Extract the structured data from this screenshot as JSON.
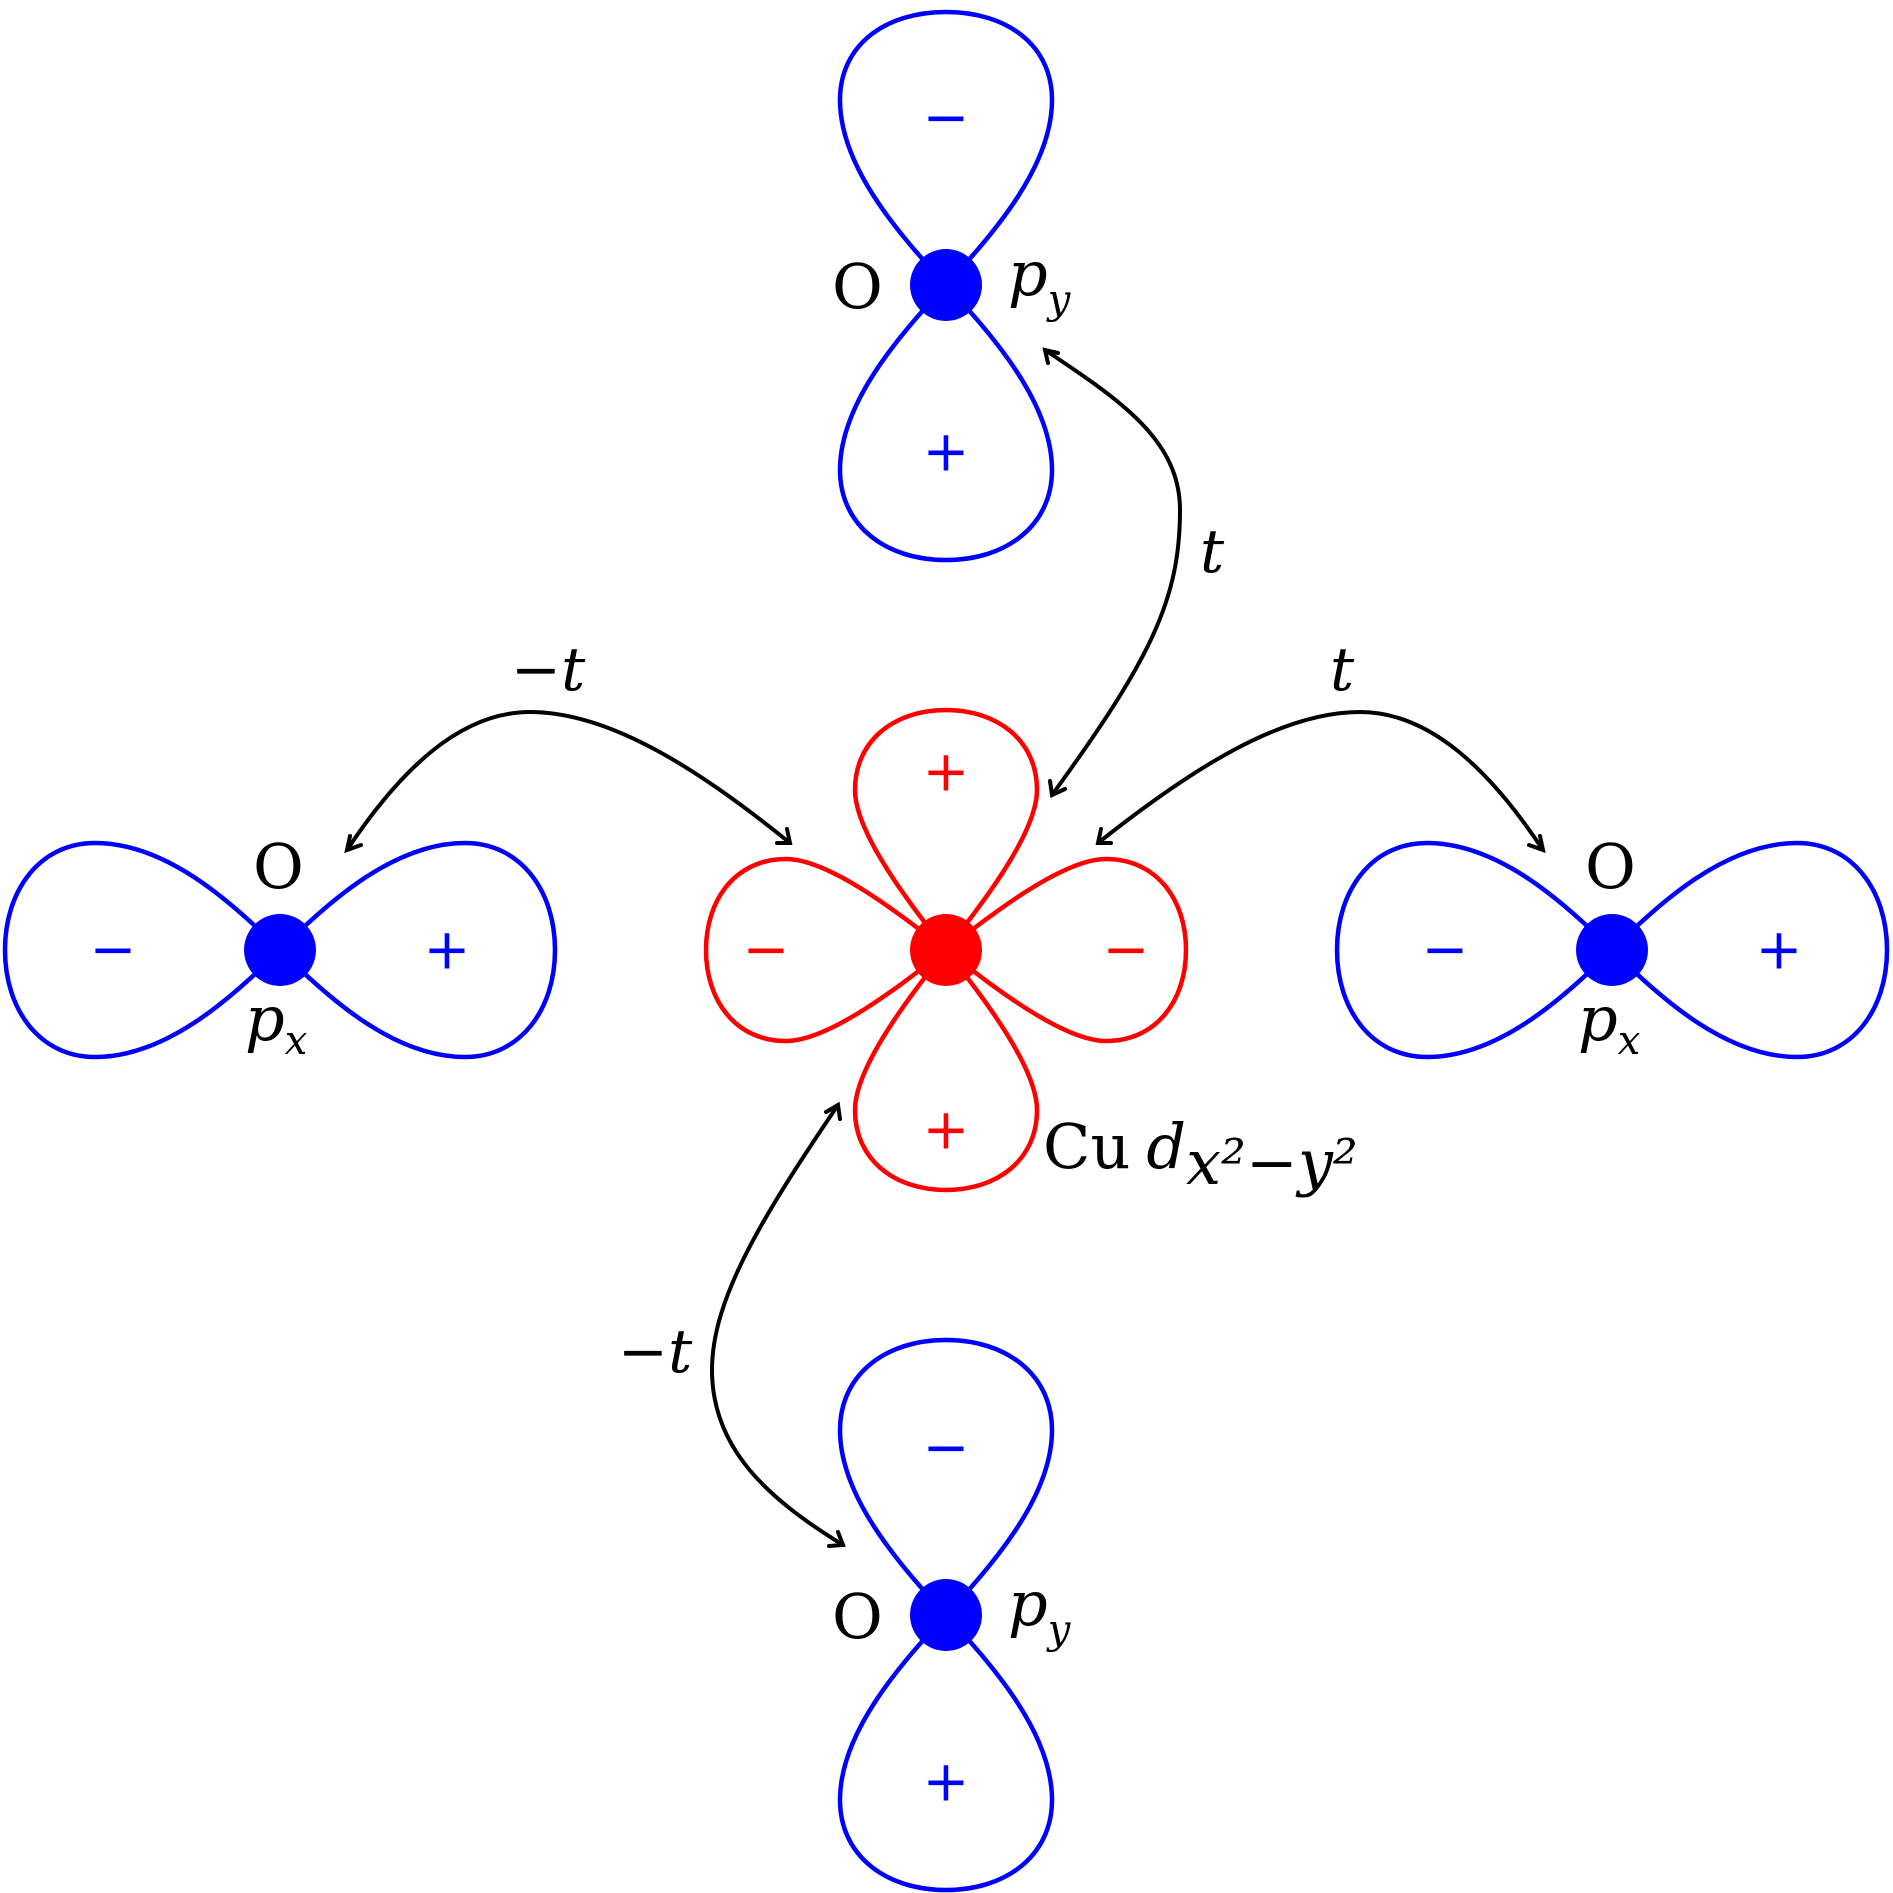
{
  "colors": {
    "oxygen": "#0000ff",
    "copper": "#ff0000",
    "hopping": "#000000"
  },
  "copper": {
    "atom_label": "Cu",
    "orbital_letter": "d",
    "orbital_subscript": "x²−y²",
    "lobe_signs": {
      "top": "+",
      "bottom": "+",
      "left": "−",
      "right": "−"
    }
  },
  "oxygens": {
    "top": {
      "atom_label": "O",
      "orbital_letter": "p",
      "orbital_subscript": "y",
      "signs": {
        "a": "−",
        "b": "+"
      }
    },
    "bottom": {
      "atom_label": "O",
      "orbital_letter": "p",
      "orbital_subscript": "y",
      "signs": {
        "a": "−",
        "b": "+"
      }
    },
    "left": {
      "atom_label": "O",
      "orbital_letter": "p",
      "orbital_subscript": "x",
      "signs": {
        "a": "−",
        "b": "+"
      }
    },
    "right": {
      "atom_label": "O",
      "orbital_letter": "p",
      "orbital_subscript": "x",
      "signs": {
        "a": "−",
        "b": "+"
      }
    }
  },
  "hoppings": {
    "top": "t",
    "left": "−t",
    "right": "t",
    "bottom": "−t"
  }
}
